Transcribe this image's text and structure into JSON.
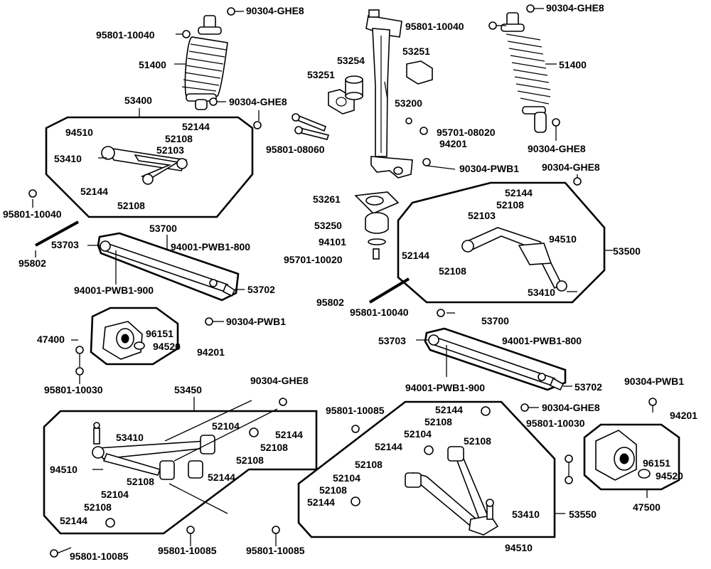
{
  "labels": {
    "l_90304_GHE8_a": "90304-GHE8",
    "l_95801_10040_a": "95801-10040",
    "l_51400_a": "51400",
    "l_90304_GHE8_b": "90304-GHE8",
    "l_53400": "53400",
    "l_94510_a": "94510",
    "l_52144_a": "52144",
    "l_52108_a": "52108",
    "l_52103_a": "52103",
    "l_53410_a": "53410",
    "l_52144_b": "52144",
    "l_52108_b": "52108",
    "l_95801_10040_b": "95801-10040",
    "l_53700_a": "53700",
    "l_53703_a": "53703",
    "l_94001_PWB1_800_a": "94001-PWB1-800",
    "l_95802_a": "95802",
    "l_94001_PWB1_900_a": "94001-PWB1-900",
    "l_53702_a": "53702",
    "l_90304_PWB1_a": "90304-PWB1",
    "l_47400": "47400",
    "l_96151_a": "96151",
    "l_94520_a": "94520",
    "l_94201_a": "94201",
    "l_95801_10030_a": "95801-10030",
    "l_53450": "53450",
    "l_90304_GHE8_c": "90304-GHE8",
    "l_53410_b": "53410",
    "l_52104_a": "52104",
    "l_52144_c": "52144",
    "l_52108_c": "52108",
    "l_52108_d": "52108",
    "l_94510_b": "94510",
    "l_52108_e": "52108",
    "l_52144_d": "52144",
    "l_52104_b": "52104",
    "l_52108_f": "52108",
    "l_52144_e": "52144",
    "l_95801_10085_a": "95801-10085",
    "l_95801_10085_b": "95801-10085",
    "l_95801_10085_c": "95801-10085",
    "l_53254": "53254",
    "l_53251_a": "53251",
    "l_53251_b": "53251",
    "l_53200": "53200",
    "l_95701_08020": "95701-08020",
    "l_94201_b": "94201",
    "l_95801_08060": "95801-08060",
    "l_90304_PWB1_b": "90304-PWB1",
    "l_53261": "53261",
    "l_53250": "53250",
    "l_94101": "94101",
    "l_95701_10020": "95701-10020",
    "l_95802_b": "95802",
    "l_95801_10040_c": "95801-10040",
    "l_90304_GHE8_d": "90304-GHE8",
    "l_95801_10040_d": "95801-10040",
    "l_51400_b": "51400",
    "l_90304_GHE8_e": "90304-GHE8",
    "l_90304_GHE8_f": "90304-GHE8",
    "l_52144_f": "52144",
    "l_52108_g": "52108",
    "l_52103_b": "52103",
    "l_94510_c": "94510",
    "l_52144_g": "52144",
    "l_52108_h": "52108",
    "l_53500": "53500",
    "l_53410_c": "53410",
    "l_53700_b": "53700",
    "l_53703_b": "53703",
    "l_94001_PWB1_800_b": "94001-PWB1-800",
    "l_94001_PWB1_900_b": "94001-PWB1-900",
    "l_53702_b": "53702",
    "l_95801_10085_d": "95801-10085",
    "l_52144_h": "52144",
    "l_52108_i": "52108",
    "l_52104_c": "52104",
    "l_52108_j": "52108",
    "l_52144_i": "52144",
    "l_52108_k": "52108",
    "l_52104_d": "52104",
    "l_52108_l": "52108",
    "l_52144_j": "52144",
    "l_53410_d": "53410",
    "l_53550": "53550",
    "l_94510_d": "94510",
    "l_90304_GHE8_g": "90304-GHE8",
    "l_95801_10030_b": "95801-10030",
    "l_90304_PWB1_c": "90304-PWB1",
    "l_94201_c": "94201",
    "l_96151_b": "96151",
    "l_94520_b": "94520",
    "l_47500": "47500"
  }
}
